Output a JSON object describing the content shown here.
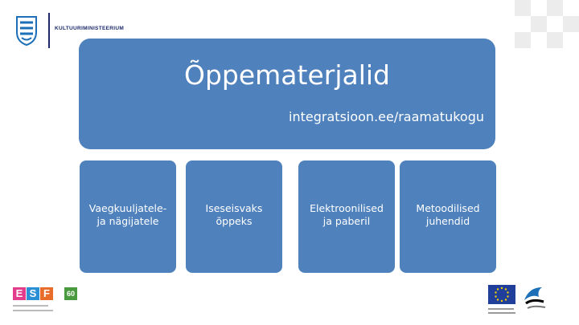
{
  "header": {
    "ministry_name": "KULTUURIMINISTEERIUM"
  },
  "banner": {
    "title": "Õppematerjalid",
    "subtitle": "integratsioon.ee/raamatukogu"
  },
  "cards": [
    {
      "line1": "Vaegkuuljatele-",
      "line2": "ja nägijatele"
    },
    {
      "line1": "Iseseisvaks",
      "line2": "õppeks"
    },
    {
      "line1": "Elektroonilised",
      "line2": "ja paberil"
    },
    {
      "line1": "Metoodilised",
      "line2": "juhendid"
    }
  ],
  "footer": {
    "esf_letters": [
      "E",
      "S",
      "F"
    ],
    "esf_badge": "60"
  },
  "colors": {
    "banner": "#4f81bd",
    "esf_e": "#e43c8d",
    "esf_s": "#2a8fd5",
    "esf_f": "#e86c2a",
    "esf_badge": "#4a9a3f",
    "eu_blue": "#1f3f9b",
    "eu_star": "#f5d000",
    "estonia_blue": "#1d6fb8"
  }
}
